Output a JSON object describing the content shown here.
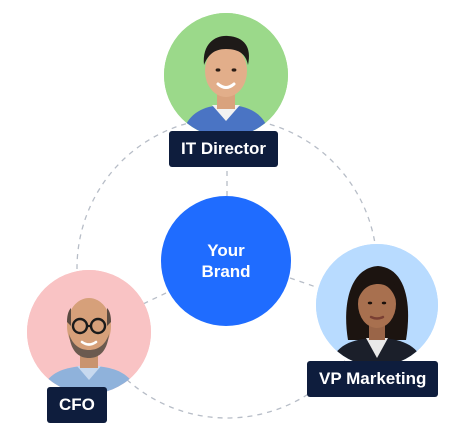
{
  "center": {
    "line1": "Your",
    "line2": "Brand"
  },
  "people": {
    "it_director": {
      "label": "IT Director"
    },
    "vp_marketing": {
      "label": "VP Marketing"
    },
    "cfo": {
      "label": "CFO"
    }
  },
  "colors": {
    "brand": "#1f6cff",
    "label_bg": "#0e1d3d",
    "connector": "#b7bdc7",
    "it_director_bg": "#9bd98a",
    "vp_marketing_bg": "#b8dbff",
    "cfo_bg": "#f9c3c4"
  }
}
